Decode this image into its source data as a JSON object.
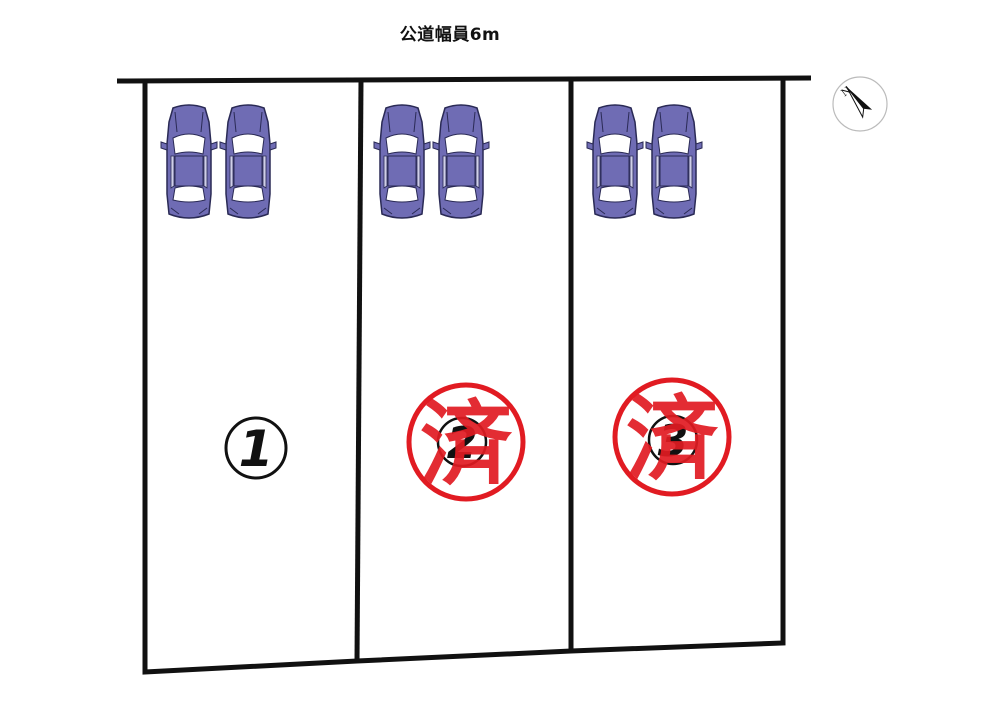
{
  "road_label": "公道幅員6m",
  "compass": {
    "north_label": "N"
  },
  "colors": {
    "car_body": "#6f6cb4",
    "car_outline": "#2a2a55",
    "sold_mark": "#e11b22",
    "line": "#111111"
  },
  "lots": [
    {
      "number": "1",
      "sold": false,
      "cars": 2
    },
    {
      "number": "2",
      "sold": true,
      "sold_label": "済",
      "cars": 2
    },
    {
      "number": "3",
      "sold": true,
      "sold_label": "済",
      "cars": 2
    }
  ]
}
